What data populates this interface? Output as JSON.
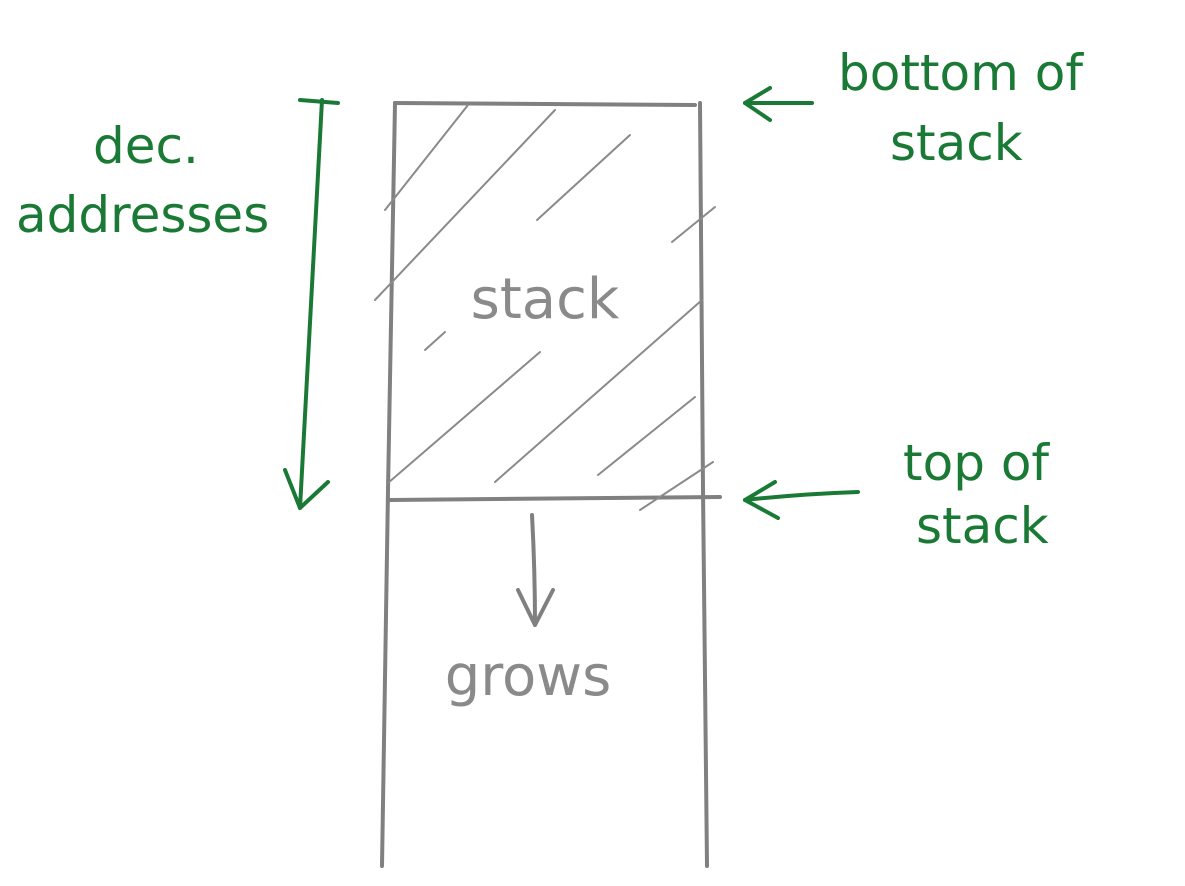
{
  "labels": {
    "stack": "stack",
    "grows": "grows",
    "dec_addresses_line1": "dec.",
    "dec_addresses_line2": "addresses",
    "bottom_of_stack_line1": "bottom of",
    "bottom_of_stack_line2": "stack",
    "top_of_stack_line1": "top of",
    "top_of_stack_line2": "stack"
  },
  "colors": {
    "structure": "#808080",
    "annotation": "#1a7a35"
  }
}
